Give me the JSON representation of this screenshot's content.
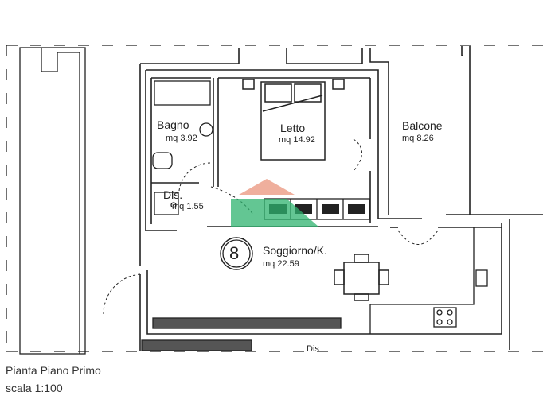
{
  "plan": {
    "unit_number": "8",
    "rooms": [
      {
        "name": "Bagno",
        "area": "mq 3.92"
      },
      {
        "name": "Letto",
        "area": "mq 14.92"
      },
      {
        "name": "Balcone",
        "area": "mq 8.26"
      },
      {
        "name": "Dis.",
        "area": "mq 1.55"
      },
      {
        "name": "Soggiorno/K.",
        "area": "mq 22.59"
      }
    ],
    "bottom_label": "Dis"
  },
  "caption": {
    "title": "Pianta Piano Primo",
    "scale": "scala 1:100"
  },
  "colors": {
    "line": "#222222",
    "watermark_green": "#2fb36f",
    "watermark_red": "#e0603c"
  }
}
